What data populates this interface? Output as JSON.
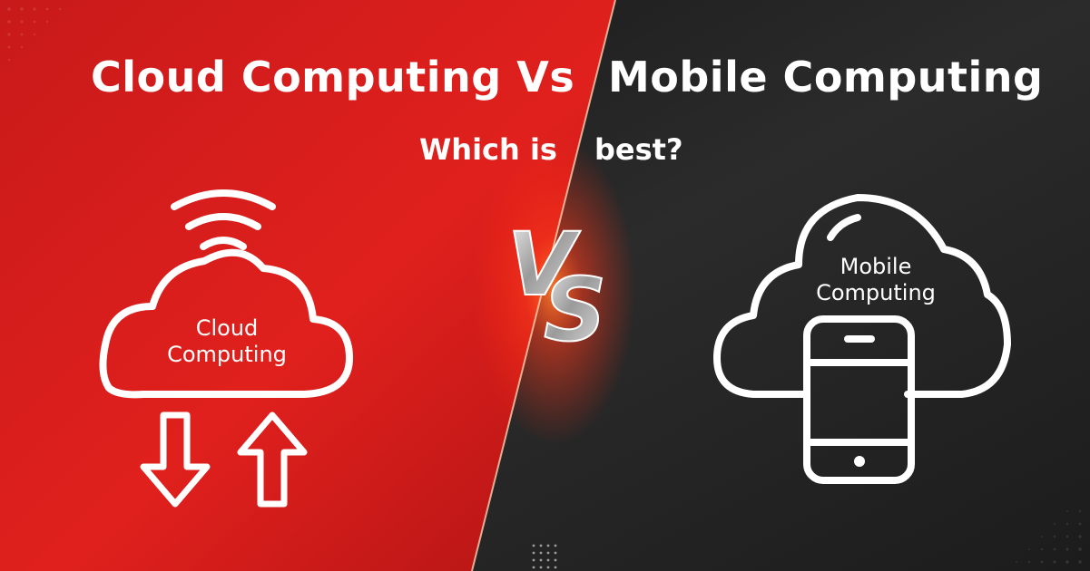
{
  "banner": {
    "title_left": "Cloud Computing Vs",
    "title_right": "Mobile Computing",
    "subtitle_left": "Which is",
    "subtitle_right": "best?"
  },
  "left_panel": {
    "icon": "cloud-wifi-icon",
    "label_line1": "Cloud",
    "label_line2": "Computing",
    "arrows": [
      "arrow-down-icon",
      "arrow-up-icon"
    ],
    "color": "#d41c1c"
  },
  "right_panel": {
    "icon": "cloud-phone-icon",
    "label_line1": "Mobile",
    "label_line2": "Computing",
    "color": "#262626"
  },
  "vs_mark": {
    "text": "VS",
    "icon": "vs-emblem-icon"
  },
  "colors": {
    "red": "#d41c1c",
    "dark": "#262626",
    "text": "#ffffff",
    "glow": "#ff5a1f"
  }
}
